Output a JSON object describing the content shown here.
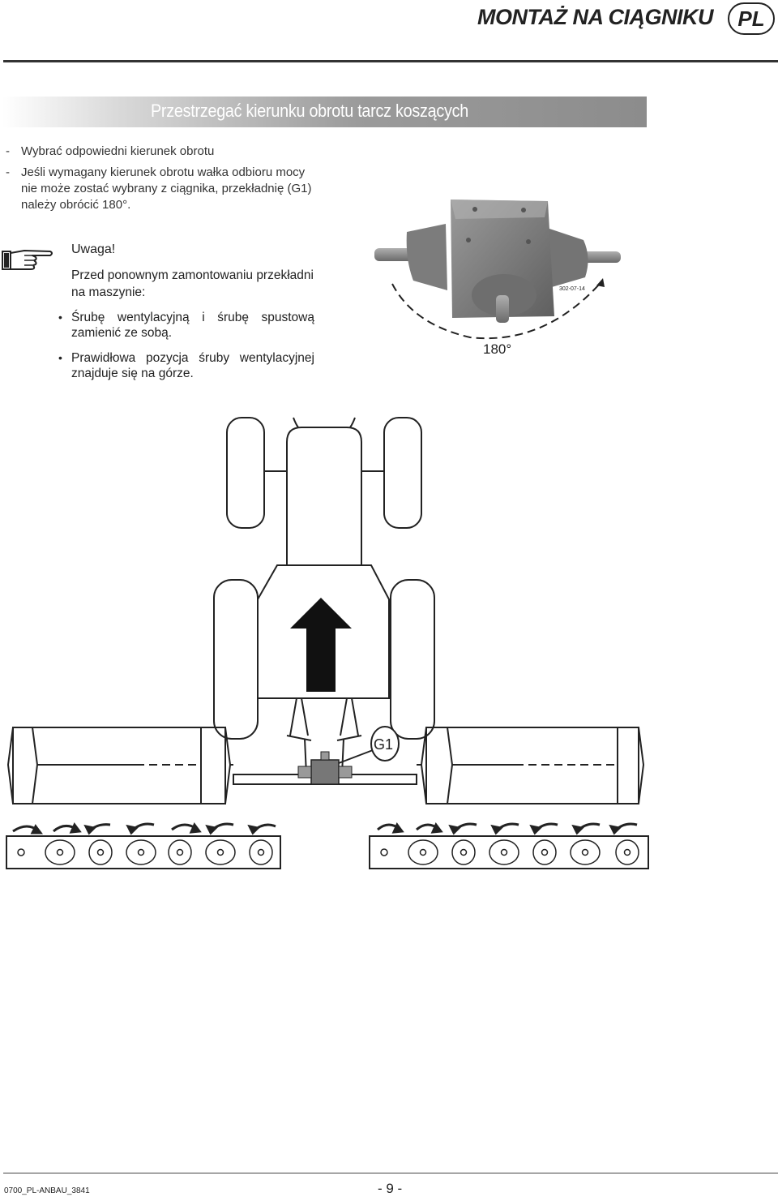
{
  "header": {
    "title": "MONTAŻ NA CIĄGNIKU",
    "lang": "PL"
  },
  "section": {
    "title": "Przestrzegać kierunku obrotu tarcz koszących"
  },
  "steps": [
    {
      "dash": "-",
      "lines": [
        "Wybrać odpowiedni kierunek obrotu"
      ]
    },
    {
      "dash": "-",
      "lines": [
        "Jeśli wymagany kierunek obrotu wałka odbioru mocy",
        "nie może zostać wybrany z ciągnika, przekładnię (G1)",
        "należy obrócić  180°."
      ]
    }
  ],
  "note": {
    "icon": "pointing-hand-icon",
    "heading": "Uwaga!",
    "intro": [
      "Przed ponownym zamontowaniu przekładni",
      "na maszynie:"
    ],
    "bullets": [
      {
        "symbol": "•",
        "lines": [
          "Śrubę wentylacyjną i śrubę spustową",
          "zamienić ze sobą."
        ]
      },
      {
        "symbol": "•",
        "lines": [
          "Prawidłowa pozycja śruby wentylacyjnej",
          "znajduje się na górze."
        ]
      }
    ]
  },
  "gearbox_figure": {
    "rotation_label": "180°",
    "photo_code": "302-07-14"
  },
  "tractor_figure": {
    "gearbox_label": "G1"
  },
  "footer": {
    "doc_code": "0700_PL-ANBAU_3841",
    "page": "- 9 -"
  },
  "colors": {
    "section_bar": "#8c8c8c",
    "gearbox": "#7a7a7a",
    "ink": "#222222"
  }
}
